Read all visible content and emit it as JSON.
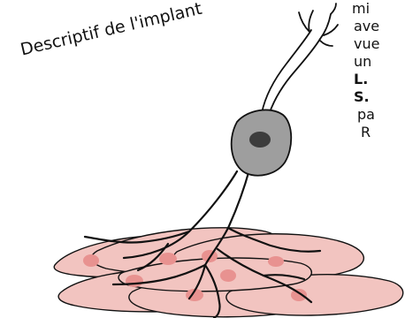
{
  "heading": "Descriptif de l'implant",
  "side_text": [
    {
      "text": "mi",
      "bold": false
    },
    {
      "text": "ave",
      "bold": false
    },
    {
      "text": "vue",
      "bold": false
    },
    {
      "text": "un",
      "bold": false
    },
    {
      "text": "L.",
      "bold": true
    },
    {
      "text": "S.",
      "bold": true
    },
    {
      "text": "pa",
      "bold": false
    },
    {
      "text": "R",
      "bold": false
    }
  ],
  "colors": {
    "cell_body": "#9e9e9e",
    "nucleus": "#3c3c3c",
    "tissue": "#f2c4c0",
    "tissue_nucleus": "#e89290",
    "outline": "#111111"
  }
}
